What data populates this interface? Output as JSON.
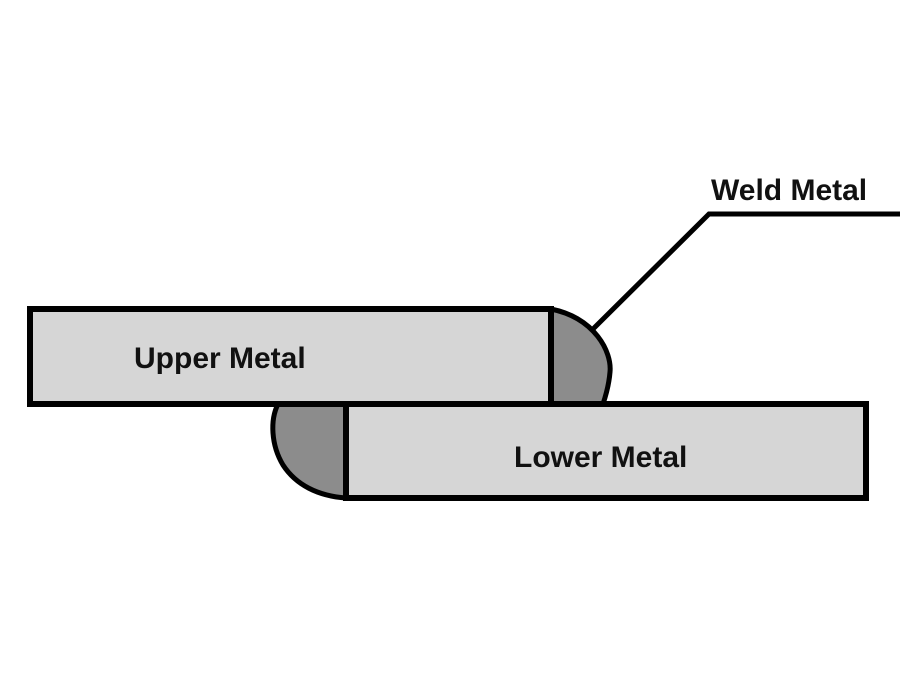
{
  "labels": {
    "weld_metal": "Weld Metal",
    "upper_metal": "Upper Metal",
    "lower_metal": "Lower Metal"
  },
  "colors": {
    "plate_fill": "#d6d6d6",
    "weld_fill": "#8c8c8c",
    "outline": "#000000",
    "background": "#ffffff"
  }
}
